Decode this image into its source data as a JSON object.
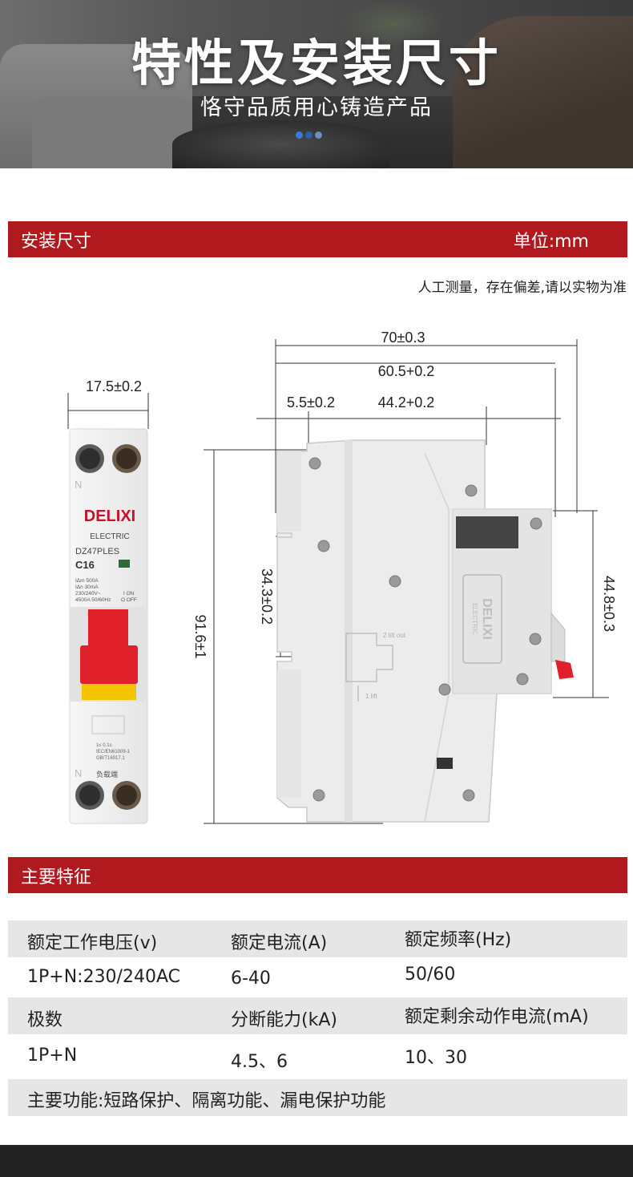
{
  "hero": {
    "title": "特性及安装尺寸",
    "subtitle": "恪守品质用心铸造产品",
    "dots": [
      "#3a7bd5",
      "#2b5fa8",
      "#6a8fbf"
    ]
  },
  "install": {
    "header_left": "安装尺寸",
    "header_right": "单位:mm",
    "note": "人工测量，存在偏差,请以实物为准"
  },
  "dimensions": {
    "width_front": "17.5±0.2",
    "total_depth": "70±0.3",
    "depth_2": "60.5+0.2",
    "depth_3": "44.2+0.2",
    "offset": "5.5±0.2",
    "height_total": "91.6±1",
    "height_rail": "34.3±0.2",
    "height_front": "44.8±0.3"
  },
  "breaker": {
    "brand": "DELIXI",
    "brand_sub": "ELECTRIC",
    "model": "DZ47PLES",
    "rating": "C16",
    "spec_lines": [
      "IΔm 500A",
      "IΔn 30mA",
      "230/240V~",
      "4500A 50/60Hz"
    ],
    "on_label": "I ON",
    "off_label": "O OFF",
    "std_lines": [
      "1≤ 0.1s",
      "IEC/EN61009-1",
      "GB/T16917.1"
    ],
    "load_label": "负载端",
    "n_label": "N",
    "side_text_1": "2 tilt out",
    "side_text_2": "1 lift",
    "colors": {
      "red": "#e0202a",
      "yellow": "#f5c400",
      "brand_red": "#c8102e"
    }
  },
  "features": {
    "header": "主要特征",
    "rows": [
      [
        "额定工作电压(v)",
        "额定电流(A)",
        "额定频率(Hz)"
      ],
      [
        "1P+N:230/240AC",
        "6-40",
        "50/60"
      ],
      [
        "极数",
        "分断能力(kA)",
        "额定剩余动作电流(mA)"
      ],
      [
        "1P+N",
        "4.5、6",
        "10、30"
      ]
    ],
    "summary": "主要功能:短路保护、隔离功能、漏电保护功能"
  }
}
